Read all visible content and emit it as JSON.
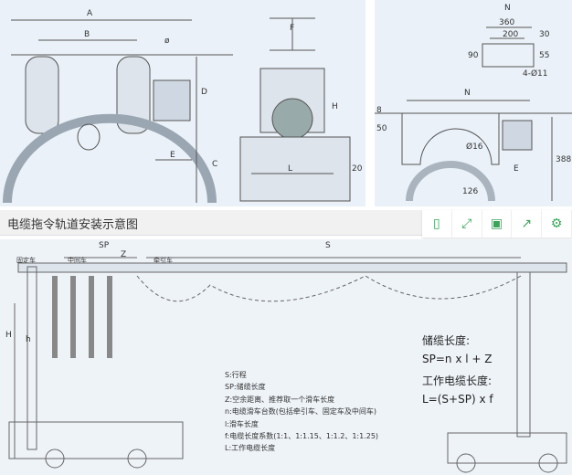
{
  "title": "电缆拖令轨道安装示意图",
  "toolbar": [
    {
      "icon": "mobile-icon"
    },
    {
      "icon": "fullscreen-icon"
    },
    {
      "icon": "save-icon"
    },
    {
      "icon": "share-icon"
    },
    {
      "icon": "settings-icon"
    }
  ],
  "top_left": {
    "labels": [
      "A",
      "B",
      "ø",
      "D",
      "C",
      "E"
    ]
  },
  "top_mid": {
    "labels": [
      "F",
      "H",
      "L",
      "20"
    ]
  },
  "top_right": {
    "labels": [
      "N",
      "360",
      "200",
      "30",
      "90",
      "55",
      "4-Ø11",
      "N",
      "8",
      "50",
      "Ø16",
      "E",
      "388",
      "126"
    ]
  },
  "bottom": {
    "dims": [
      "SP",
      "Z",
      "S",
      "H",
      "h"
    ],
    "parts": [
      "固定车",
      "中间车",
      "牵引车"
    ],
    "formula_title1": "储缆长度:",
    "formula1": "SP=n x l + Z",
    "formula_title2": "工作电缆长度:",
    "formula2": "L=(S+SP) x f",
    "notes": [
      "S:行程",
      "SP:储缆长度",
      "Z:空余距离、推荐取一个滑车长度",
      "n:电缆滑车台数(包括牵引车、固定车及中间车)",
      "l:滑车长度",
      "f:电缆长度系数(1:1、1:1.15、1:1.2、1:1.25)",
      "L:工作电缆长度"
    ]
  }
}
